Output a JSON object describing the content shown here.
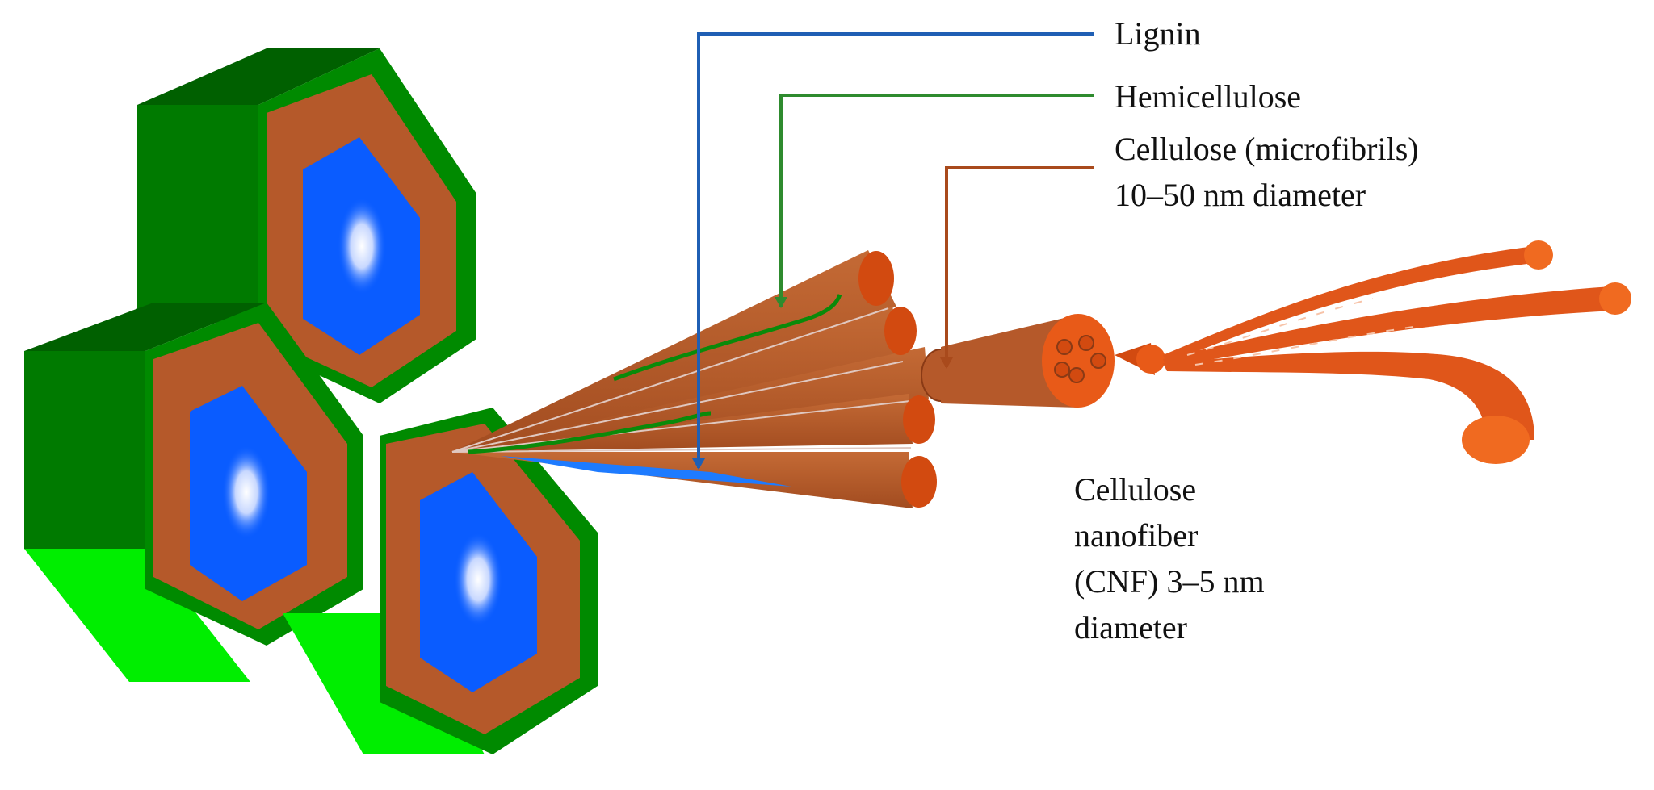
{
  "labels": {
    "lignin": "Lignin",
    "hemicellulose": "Hemicellulose",
    "cellulose_line1": "Cellulose  (microfibrils)",
    "cellulose_line2": "10–50 nm diameter",
    "cnf_line1": "Cellulose",
    "cnf_line2": "nanofiber",
    "cnf_line3": "(CNF) 3–5 nm",
    "cnf_line4": "diameter"
  },
  "colors": {
    "lignin_green": "#007a00",
    "lignin_dark": "#005a00",
    "lignin_light": "#00ee00",
    "hemicellulose_line": "#2e8b2e",
    "cellulose_brown": "#b5592a",
    "cellulose_end": "#d24a10",
    "lumen_blue": "#0a5cff",
    "lignin_pointer": "#1f5fb4",
    "cellulose_pointer": "#a94a1c",
    "nanofiber_orange": "#e85a18"
  }
}
